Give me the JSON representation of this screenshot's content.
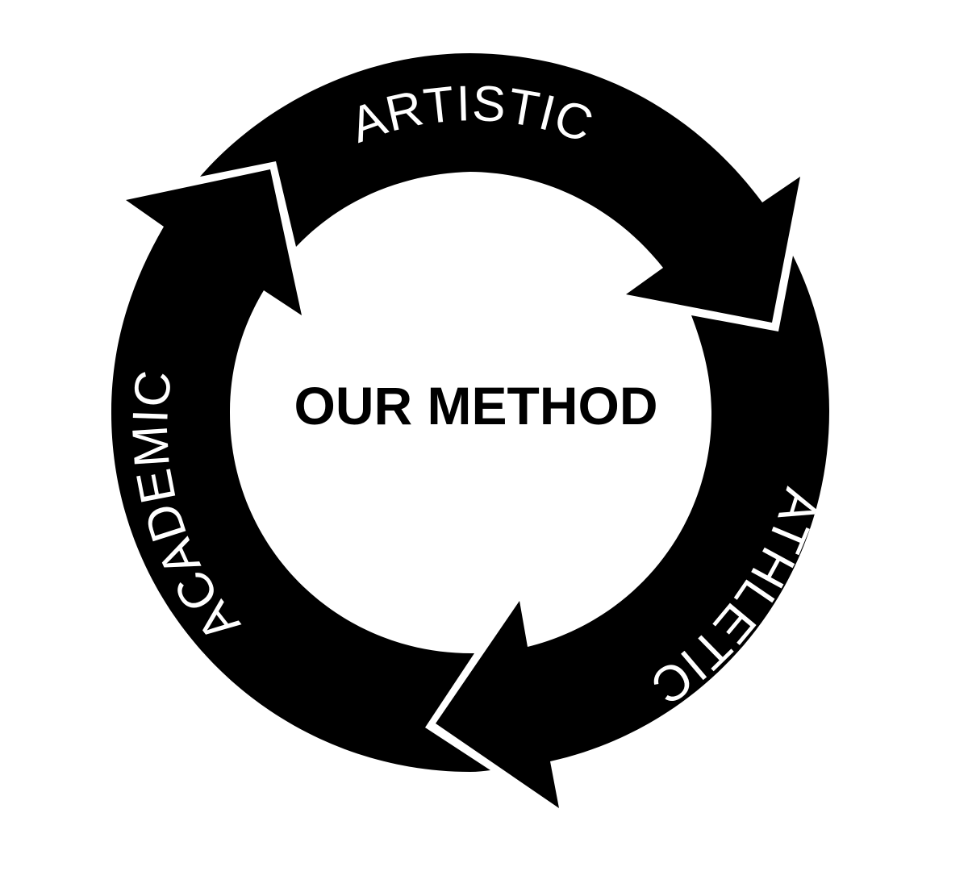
{
  "diagram": {
    "center_title": "OUR METHOD",
    "stages": [
      {
        "label": "ARTISTIC"
      },
      {
        "label": "ATHLETIC"
      },
      {
        "label": "ACADEMIC"
      }
    ],
    "colors": {
      "arrow_fill": "#000000",
      "label_text": "#ffffff",
      "background": "#ffffff"
    }
  }
}
